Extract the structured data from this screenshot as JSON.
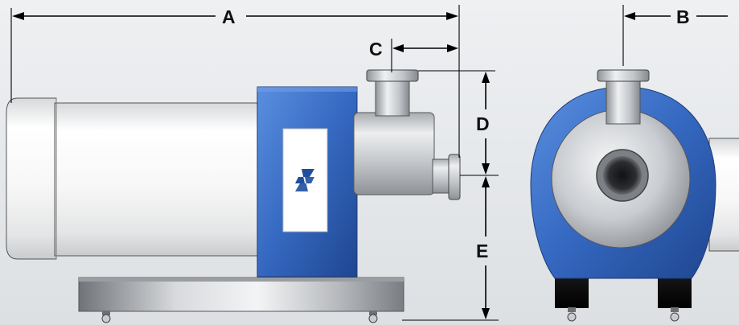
{
  "dimensions": {
    "a": "A",
    "b": "B",
    "c": "C",
    "d": "D",
    "e": "E"
  },
  "colors": {
    "background": "#e9ebed",
    "housing_blue": "#2f5fae",
    "logo_blue": "#1f4f9f",
    "motor_white": "#f4f4f4",
    "steel": "#b9bcc0"
  },
  "icons": {
    "logo": "s-logo-icon"
  }
}
